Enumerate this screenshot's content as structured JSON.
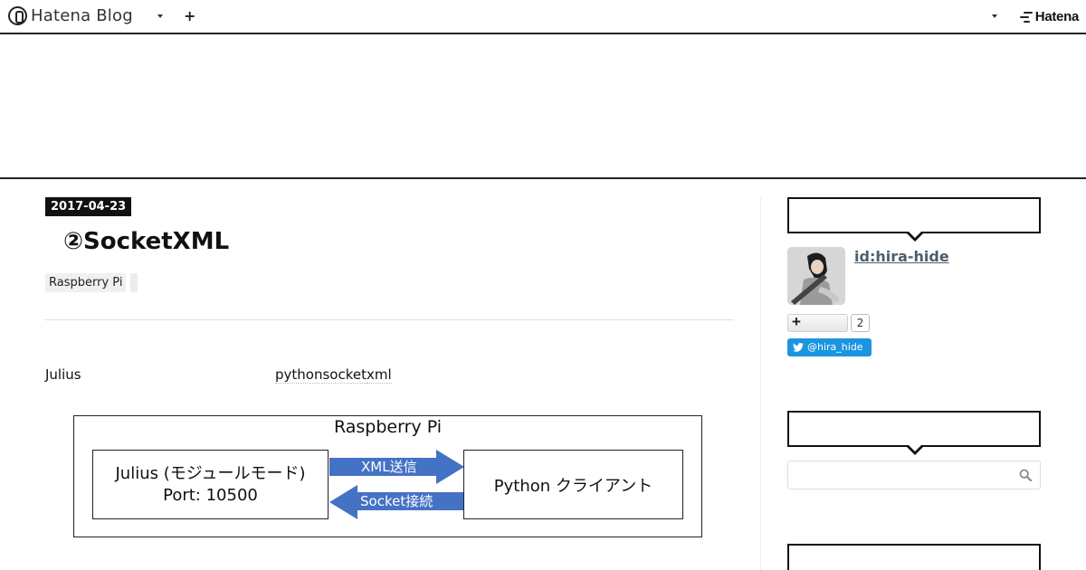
{
  "topbar": {
    "brand": "Hatena Blog",
    "add_icon": "plus-icon",
    "account_logo": "Hatena"
  },
  "entry": {
    "date": "2017-04-23",
    "title": "②SocketXML",
    "category": "Raspberry Pi",
    "body_word_1": "Julius",
    "body_keywords": [
      "python",
      "socket",
      "xml"
    ]
  },
  "diagram": {
    "title": "Raspberry Pi",
    "left_box_line1": "Julius (モジュールモード)",
    "left_box_line2": "Port:  10500",
    "right_box": "Python クライアント",
    "arrow_right_label": "XML送信",
    "arrow_left_label": "Socket接続",
    "arrow_color": "#4472c4"
  },
  "sidebar": {
    "profile_id": "id:hira-hide",
    "follow_count": "2",
    "twitter_handle": "@hira_hide",
    "search_placeholder": ""
  },
  "colors": {
    "accent_dark": "#111111",
    "twitter_blue": "#1b95e0",
    "profile_link": "#4b5f6e"
  }
}
